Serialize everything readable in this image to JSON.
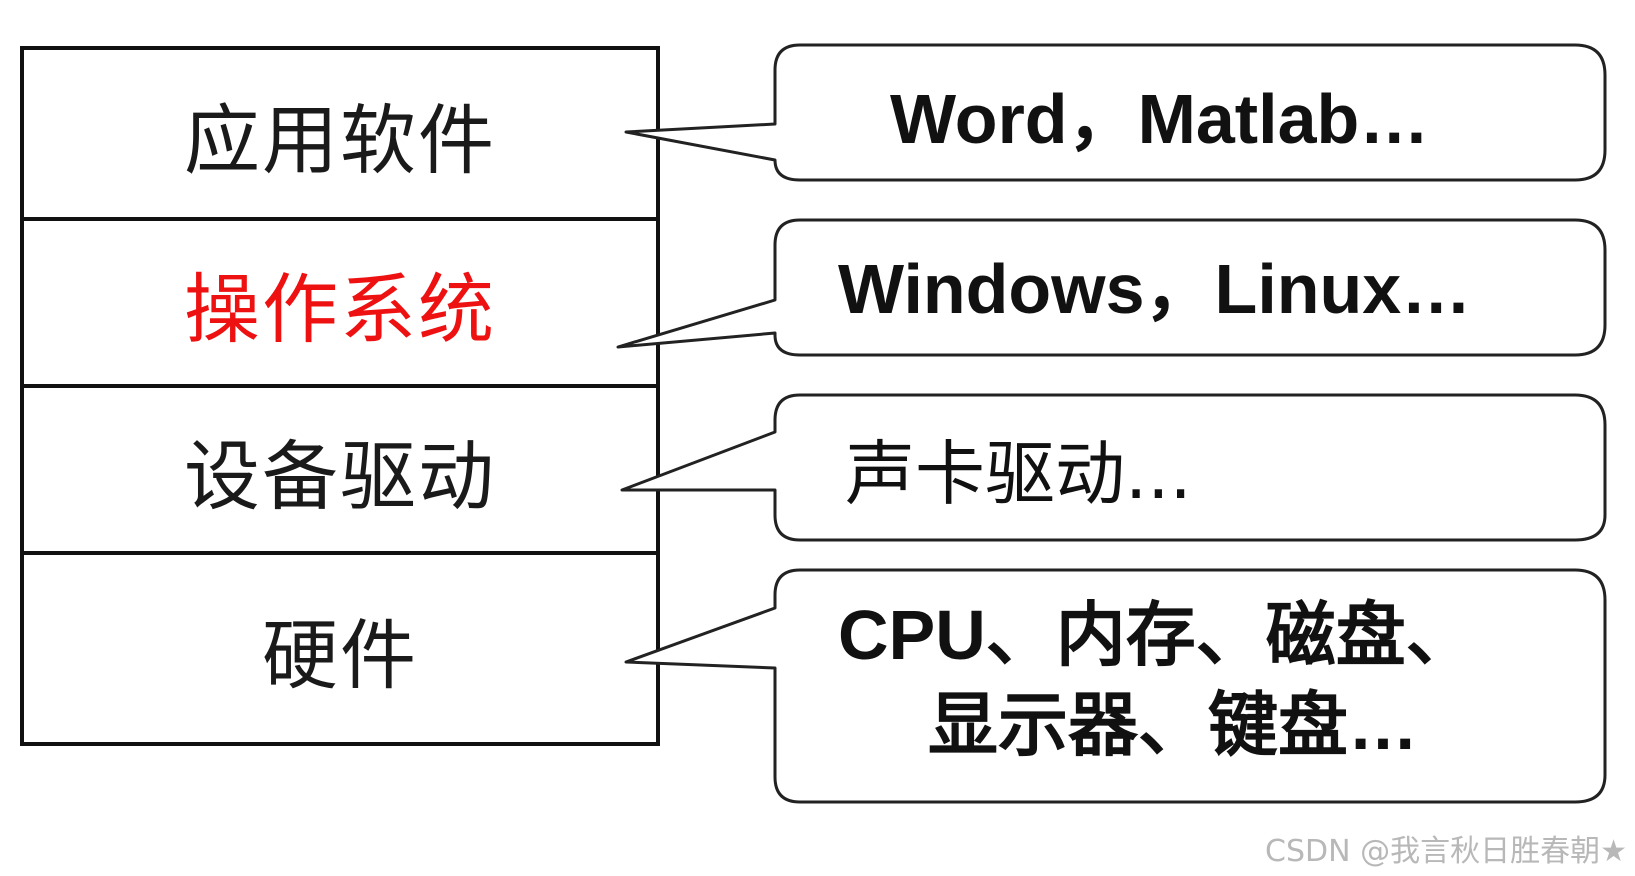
{
  "layers": [
    {
      "label": "应用软件",
      "highlight": false
    },
    {
      "label": "操作系统",
      "highlight": true
    },
    {
      "label": "设备驱动",
      "highlight": false
    },
    {
      "label": "硬件",
      "highlight": false
    }
  ],
  "callouts": {
    "app": "Word，Matlab…",
    "os": "Windows，Linux…",
    "driver": "声卡驱动...",
    "hardware_line1": "CPU、内存、磁盘、",
    "hardware_line2": "显示器、键盘…"
  },
  "colors": {
    "border": "#111111",
    "highlight_text": "#ee1111",
    "watermark": "#b8b8b8"
  },
  "watermark": "CSDN @我言秋日胜春朝★"
}
